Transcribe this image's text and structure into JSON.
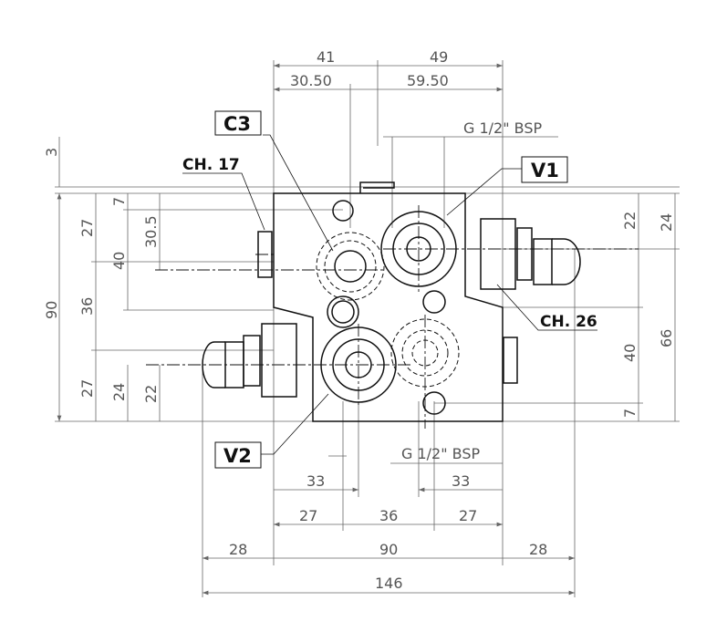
{
  "labels": {
    "c3": "C3",
    "v1": "V1",
    "v2": "V2",
    "ch17": "CH. 17",
    "ch26": "CH. 26",
    "thread_top": "G 1/2\" BSP",
    "thread_bottom": "G 1/2\" BSP"
  },
  "dims_top": {
    "d41": "41",
    "d49": "49",
    "d30_50": "30.50",
    "d59_50": "59.50"
  },
  "dims_left": {
    "d3": "3",
    "d90": "90",
    "d27a": "27",
    "d36": "36",
    "d27b": "27",
    "d7": "7",
    "d40": "40",
    "d24": "24",
    "d30_5": "30.5",
    "d22": "22"
  },
  "dims_right": {
    "d22": "22",
    "d24": "24",
    "d40": "40",
    "d66": "66",
    "d7": "7"
  },
  "dims_bottom": {
    "d33a": "33",
    "d33b": "33",
    "d27a": "27",
    "d36": "36",
    "d27b": "27",
    "d28a": "28",
    "d90": "90",
    "d28b": "28",
    "d146": "146"
  }
}
